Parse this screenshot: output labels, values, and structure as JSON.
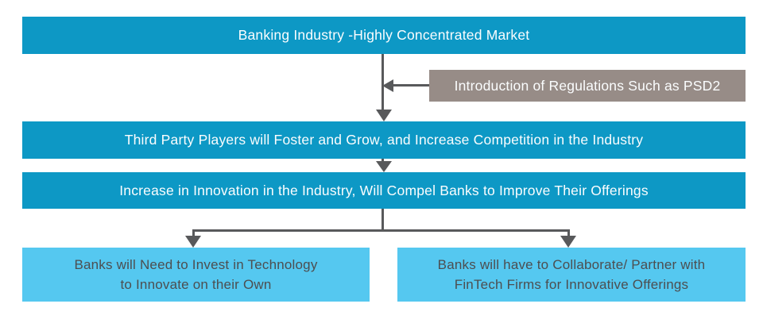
{
  "diagram": {
    "title_bar": {
      "label": "Banking Industry -Highly Concentrated Market"
    },
    "regulation_box": {
      "label": "Introduction of Regulations Such as PSD2"
    },
    "competition_bar": {
      "label": "Third Party Players will Foster and Grow, and Increase Competition in the Industry"
    },
    "innovation_bar": {
      "label": "Increase in Innovation in the Industry, Will Compel Banks to Improve Their Offerings"
    },
    "outcome_left": {
      "line1": "Banks will Need to Invest in Technology",
      "line2": "to Innovate on their Own"
    },
    "outcome_right": {
      "line1": "Banks will have to Collaborate/ Partner with",
      "line2": "FinTech Firms for Innovative Offerings"
    },
    "colors": {
      "primary_blue": "#0d98c5",
      "light_blue": "#55c8f0",
      "taupe_gray": "#978c87",
      "arrow_gray": "#58595b",
      "dark_text": "#4d4e50",
      "light_text": "#fbfdfe"
    }
  }
}
